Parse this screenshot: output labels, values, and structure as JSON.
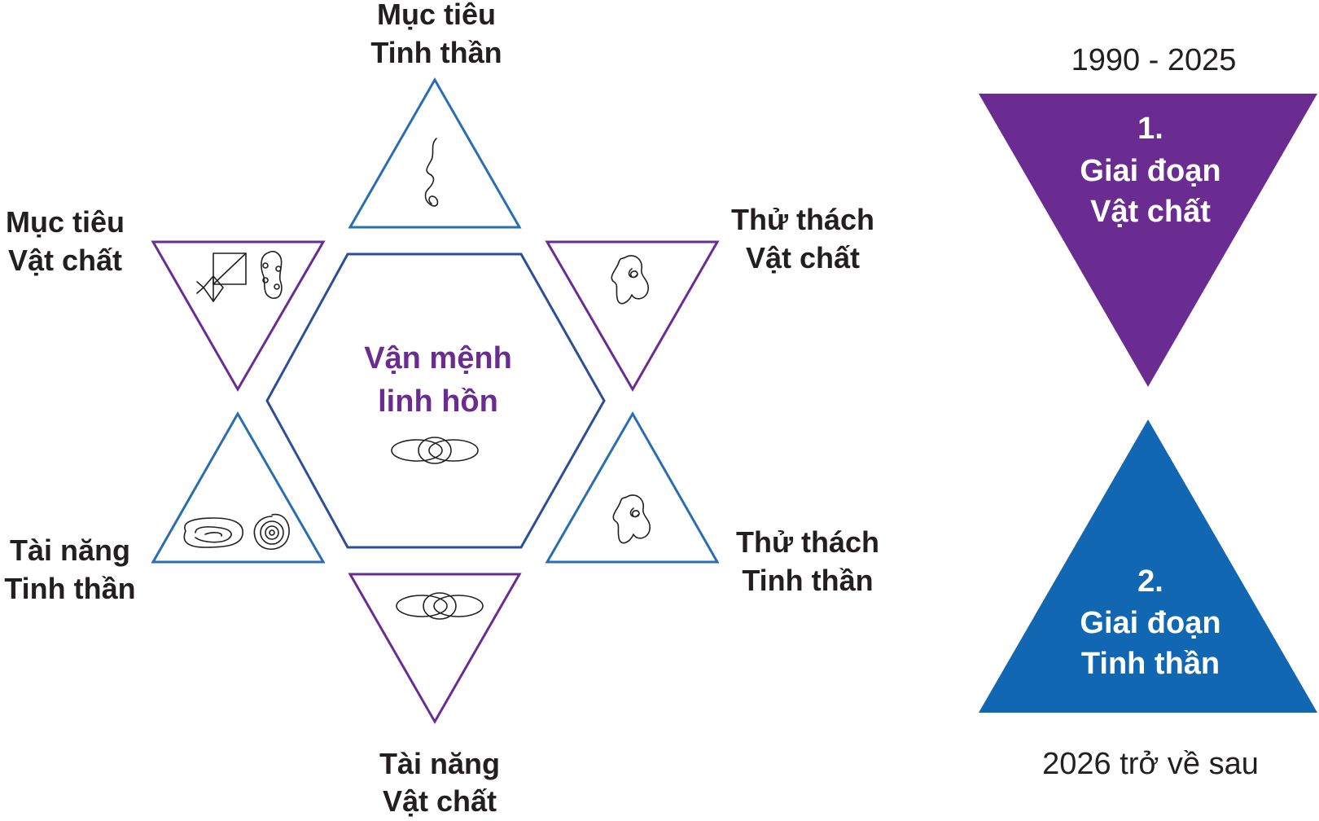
{
  "colors": {
    "purple": "#6a2c91",
    "blue": "#1167b1",
    "outline_blue": "#2a6db0",
    "hexagon_blue": "#2b4f97",
    "text_dark": "#231f20"
  },
  "star": {
    "center_title_line1": "Vận mệnh",
    "center_title_line2": "linh hồn",
    "top": {
      "line1": "Mục tiêu",
      "line2": "Tinh thần"
    },
    "upper_left": {
      "line1": "Mục tiêu",
      "line2": "Vật chất"
    },
    "upper_right": {
      "line1": "Thử thách",
      "line2": "Vật chất"
    },
    "lower_left": {
      "line1": "Tài năng",
      "line2": "Tinh thần"
    },
    "lower_right": {
      "line1": "Thử thách",
      "line2": "Tinh thần"
    },
    "bottom": {
      "line1": "Tài năng",
      "line2": "Vật chất"
    },
    "icons": [
      "spiral-squiggle-icon",
      "kite-diamond-icon",
      "chain-links-icon",
      "blob-knot-icon",
      "oval-spiral-icon",
      "concentric-spiral-icon"
    ]
  },
  "stages": {
    "stage1": {
      "years": "1990 - 2025",
      "number": "1.",
      "line1": "Giai đoạn",
      "line2": "Vật chất"
    },
    "stage2": {
      "years": "2026 trở về sau",
      "number": "2.",
      "line1": "Giai đoạn",
      "line2": "Tinh thần"
    }
  }
}
